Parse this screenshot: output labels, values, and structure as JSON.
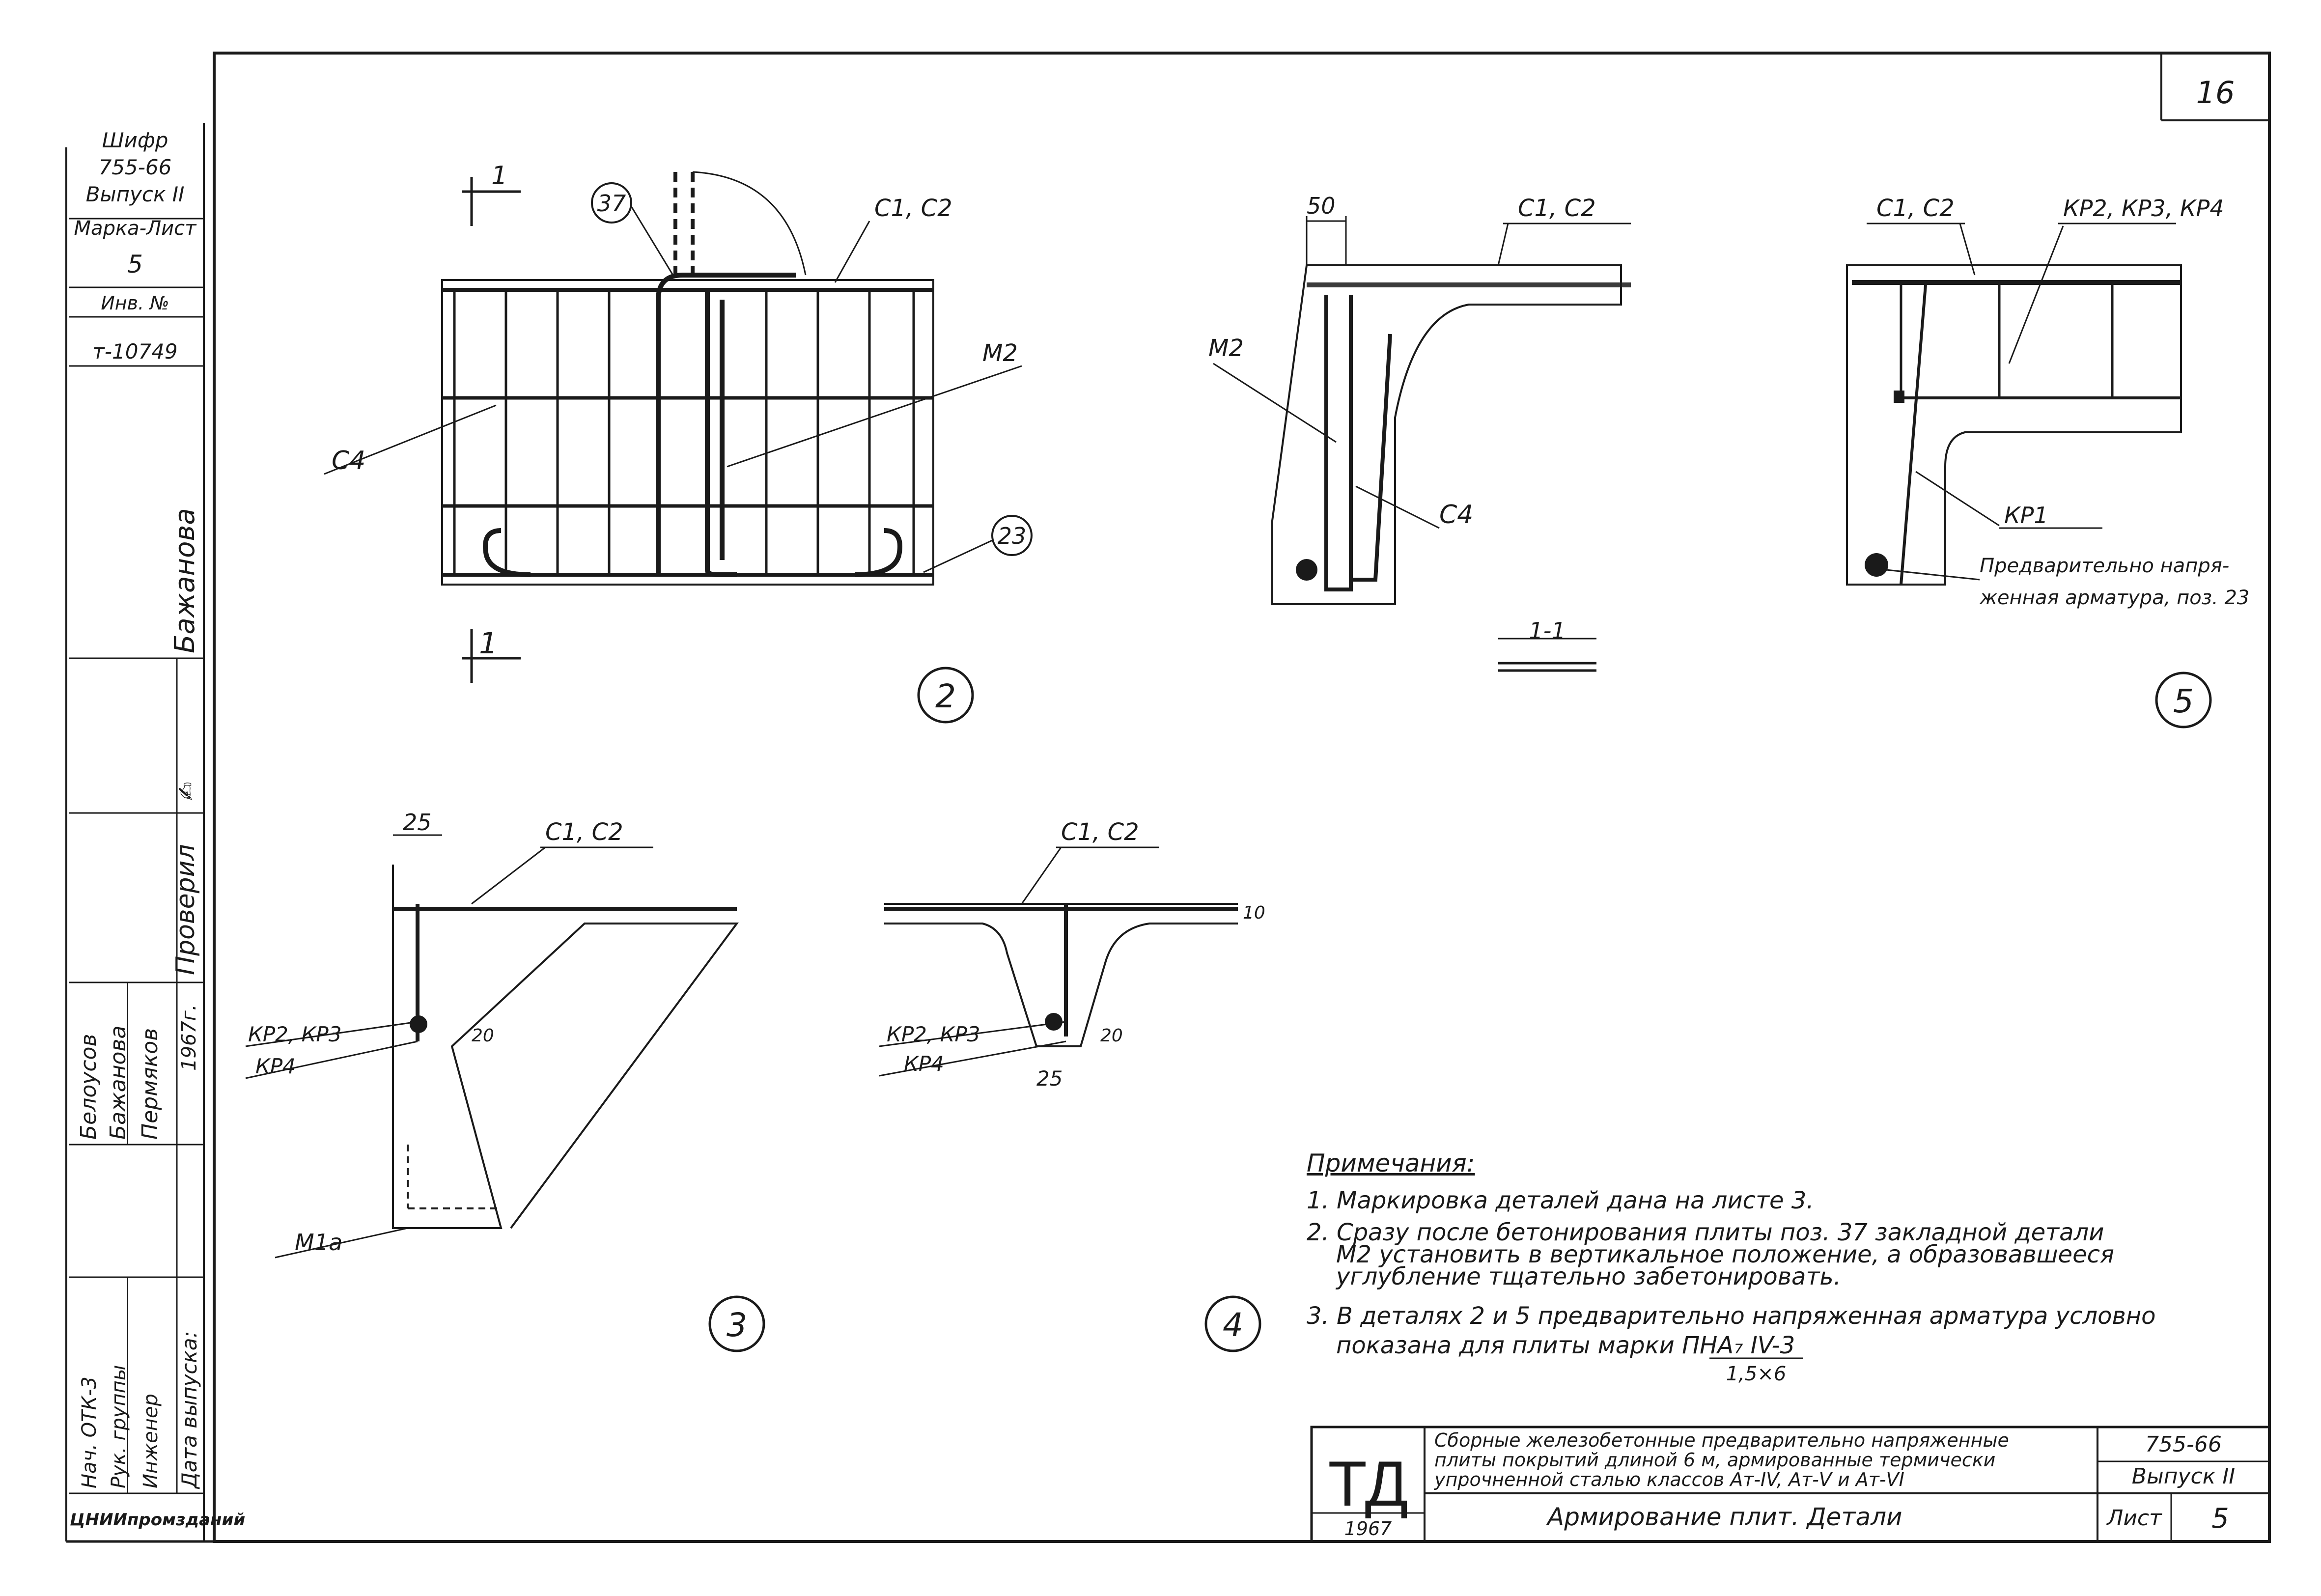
{
  "sheet_number": "16",
  "side_stamp": {
    "cipher_label": "Шифр",
    "series": "755-66",
    "issue": "Выпуск II",
    "mark_sheet_label": "Марка-Лист",
    "mark_sheet_value": "5",
    "inv_label": "Инв. №",
    "inv_value": "т-10749",
    "signature_1": "Бажанова",
    "checked_label": "Проверил",
    "names": [
      "Белоусов",
      "Бажанова",
      "Пермяков"
    ],
    "year": "1967г.",
    "roles": [
      "Нач. ОТК-3",
      "Рук. группы",
      "Инженер"
    ],
    "release_date_label": "Дата выпуска:",
    "org": "ЦНИИпромзданий"
  },
  "detail_2": {
    "section_mark": "1",
    "callout_37": "37",
    "callout_23": "23",
    "label_c1c2": "С1, С2",
    "label_m2": "М2",
    "label_c4": "С4",
    "number": "2"
  },
  "section_1_1": {
    "dim_50": "50",
    "label_c1c2": "С1, С2",
    "label_m2": "М2",
    "label_c4": "С4",
    "title": "1-1"
  },
  "detail_5": {
    "label_c1c2": "С1, С2",
    "label_kp": "КР2, КР3, КР4",
    "label_kp1": "КР1",
    "label_prestress_1": "Предварительно напря-",
    "label_prestress_2": "женная арматура, поз. 23",
    "number": "5"
  },
  "detail_3": {
    "dim_25": "25",
    "label_c1c2": "С1, С2",
    "label_kp23": "КР2, КР3",
    "label_kp4": "КР4",
    "dim_20": "20",
    "label_m1a": "М1а",
    "number": "3"
  },
  "detail_4": {
    "label_c1c2": "С1, С2",
    "dim_10": "10",
    "label_kp23": "КР2, КР3",
    "label_kp4": "КР4",
    "dim_20": "20",
    "dim_25": "25",
    "number": "4"
  },
  "notes": {
    "title": "Примечания:",
    "n1": "1. Маркировка деталей дана на листе 3.",
    "n2a": "2. Сразу после бетонирования плиты поз. 37 закладной детали",
    "n2b": "М2 установить в вертикальное положение, а образовавшееся",
    "n2c": "углубление тщательно забетонировать.",
    "n3a": "3. В деталях 2 и 5 предварительно напряженная арматура условно",
    "n3b": "показана для плиты марки ПНА₇ IV-3",
    "n3c": "1,5×6"
  },
  "title_block": {
    "logo": "ТД",
    "logo_year": "1967",
    "desc_1": "Сборные железобетонные предварительно напряженные",
    "desc_2": "плиты покрытий длиной 6 м, армированные термически",
    "desc_3": "упрочненной сталью классов Ат-IV, Ат-V и Ат-VI",
    "drawing_title": "Армирование плит. Детали",
    "series": "755-66",
    "issue": "Выпуск II",
    "sheet_label": "Лист",
    "sheet_value": "5"
  }
}
